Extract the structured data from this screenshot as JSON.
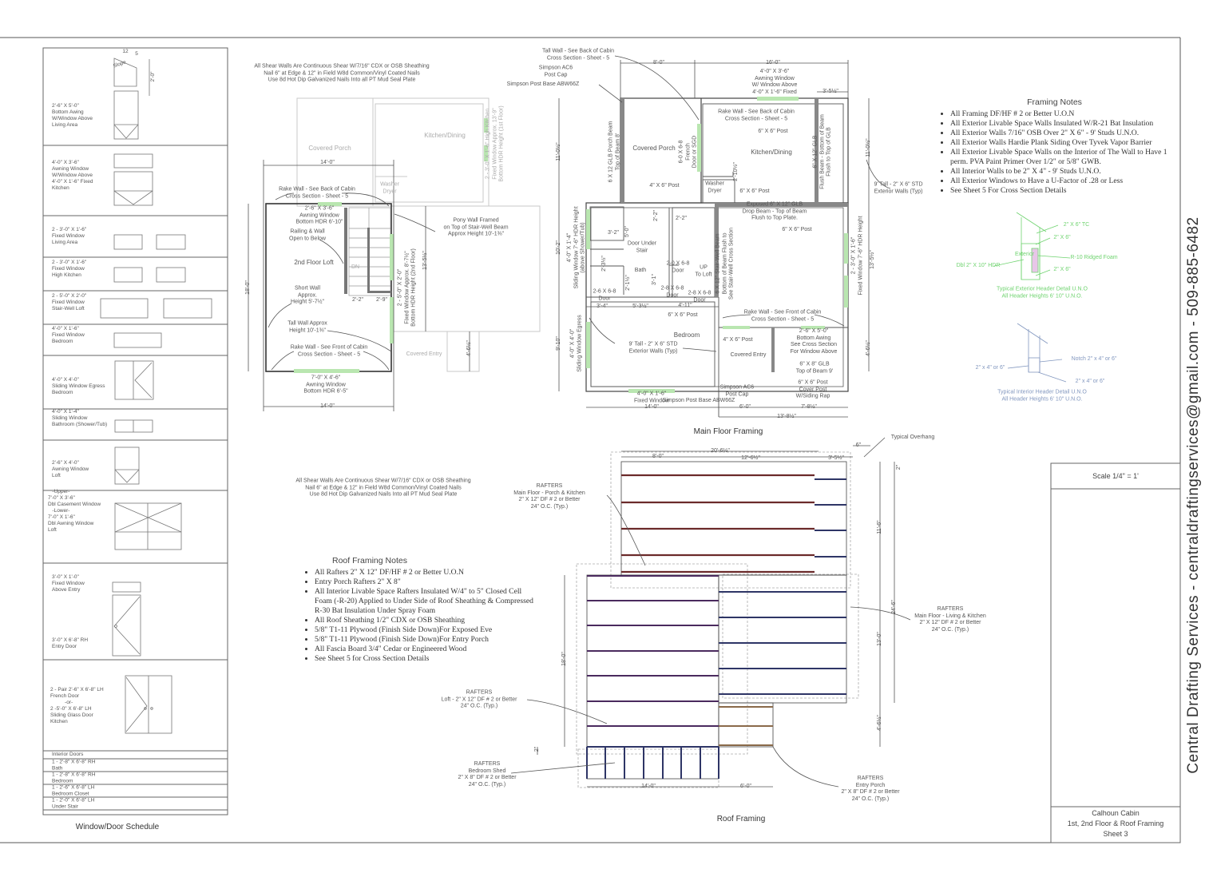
{
  "sheet": {
    "company_vertical": "Central Drafting Services - centraldraftingservices@gmail.com - 509-885-6482",
    "scale": "Scale 1/4\" = 1'",
    "project": "Calhoun Cabin",
    "sheet_desc": "1st, 2nd Floor & Roof Framing",
    "sheet_no": "Sheet 3"
  },
  "schedule": {
    "title": "Window/Door Schedule",
    "slope_rise": "12",
    "slope_run": "5",
    "slope_word": "Slope",
    "slope_height": "2'-0\"",
    "items": [
      "2'-6\" X 5'-0\"\nBottom Awing\nW/Window Above\nLiving Area",
      "4'-0\" X 3'-6\"\nAwning Window\nW/Window Above\n4'-0\" X 1'-6\" Fixed\nKitchen",
      "2 - 3'-0\" X 1'-6\"\nFixed Window\nLiving Area",
      "2 - 3'-0\" X 1'-6\"\nFixed Window\nHigh Kitchen",
      "2 - 5'-0\" X 2'-0\"\nFixed Window\nStair-Well Loft",
      "4'-0\" X 1'-6\"\nFixed Window\nBedroom",
      "4'-0\" X 4'-0\"\nSliding Window Egress\nBedroom",
      "4'-0\" X 1'-4\"\nSliding Window\nBathroom (Shower/Tub)",
      "2'-6\" X 4'-0\"\nAwning Window\nLoft",
      "   -Upper-\n7'-0\" X 3'-6\"\nDbl Casement Window\n   -Lower-\n7'-0\" X 1'-6\"\nDbl Awning Window\nLoft",
      "3'-0\" X 1'-0\"\nFixed Window\nAbove Entry",
      "3'-0\" X 6'-8\" RH\nEntry Door",
      "2 - Pair 2'-6\" X 6'-8\" LH\nFrench Door\n          -or-\n2 -5'-0\" X 6'-8\" LH\nSliding Glass Door\nKitchen"
    ],
    "interior_header": "Interior Doors",
    "interior_items": [
      "1 - 2'-8\" X 6'-8\" RH\nBath",
      "1 - 2'-8\" X 6'-8\" RH\nBedroom",
      "1 - 2'-6\" X 6'-8\" LH\nBedroom Closet",
      "1 - 2'-0\" X 6'-8\" LH\nUnder Stair"
    ]
  },
  "shear_note": "All Shear Walls Are Continuous Shear W/7/16\" CDX or OSB Sheathing\nNail 6\" at Edge & 12\" in Field W8d Common/Vinyl Coated Nails\nUse 8d Hot Dip Galvanized Nails Into all PT Mud Seal Plate",
  "loft_plan": {
    "labels": [
      "Covered Porch",
      "Kitchen/Dining",
      "Washer\nDryer",
      "2 - 3'-0\" X 1'-6\" High Kitchen\nFixed Window Approx. 13'-9\"\nBottom HDR Height (1st Floor)",
      "14'-0\"",
      "Rake Wall - See Back of Cabin\nCross Section - Sheet - 5",
      "2'-6\" X 3'-6\"\nAwning Window\nBottom HDR 6'-10\"",
      "Railing & Wall\nOpen to Below",
      "2nd Floor Loft",
      "DN",
      "Short Wall\nApprox.\nHeight 5'-7½\"",
      "2'-2\"",
      "2'-9\"",
      "Tall Wall Approx\nHeight 10'-1⅜\"",
      "Rake Wall - See Front of Cabin\nCross Section - Sheet - 5",
      "7'-0\" X 4'-6\"\nAwning Window\nBottom HDR 6'-5\"",
      "14'-0\"",
      "18'-0\"",
      "Pony Wall Framed\non Top of Stair-Well Beam\nApprox Height 10'-1⅜\"",
      "13'-5½\"",
      "2 - 5'-0\" X 2'-0\"\nFixed Window Approx. 8'-7½\"\nBottom HDR Height (2nd Floor)",
      "Covered Entry",
      "4'-6½\""
    ]
  },
  "main_floor": {
    "title": "Main Floor Framing",
    "labels": [
      "Tall Wall - See Back of Cabin\nCross Section - Sheet - 5",
      "Simpson AC6\nPost Cap",
      "Simpson Post Base ABW66Z",
      "8'-0\"",
      "16'-0\"",
      "4'-0\" X 3'-6\"\nAwning Window\nW/ Window Above\n4'-0\" X 1'-6\" Fixed",
      "3'-5½\"",
      "Rake Wall - See Back of Cabin\nCross Section - Sheet - 5",
      "6\" X 6\" Post",
      "Covered Porch",
      "6-0 X 6-8\nFrench\nDoor or SGD",
      "6 X 12 GLB Porch Beam\nTop of Beam 8'",
      "Kitchen/Dining",
      "6\" X 12\" GLB\nFlush Beam - Bottom of Beam\nFlush to Top of GLB",
      "11'-0½\"",
      "11'-0½\"",
      "9' Tall - 2\" X 6\" STD\nExterior Walls (Typ)",
      "4\" X 6\" Post",
      "Washer\nDryer",
      "6\" X 6\" Post",
      "2'-10½\"",
      "Exposed 6\" X 12\" GLB\nDrop Beam - Top of Beam\nFlush to Top Plate.",
      "6\" X 6\" Post",
      "4'-0\" X 1'-4\"\nSliding Window 7'-6\" HDR Height\n(above Shower/Tub)",
      "10'-2\"",
      "3'-2\"",
      "5'-0\"",
      "2'-2\"",
      "2'-2\"",
      "Door Under\nStair",
      "Bath",
      "2'-3½\"",
      "2'-1½\"",
      "3'-1\"",
      "2-0 X 6-8\nDoor",
      "UP\nTo Loft",
      "2-8 X 6-8\nDoor",
      "2-6 X 6-8\nDoor",
      "2-8 X 6-8\nDoor",
      "6 X 12\" Stair-Well Beam\nBottom of Beam Flush to\nSee Stair-Well Cross Section",
      "3'-4\"",
      "5'-3½\"",
      "4'-11\"",
      "6\" X 6\" Post",
      "Bedroom",
      "Rake Wall - See Front of Cabin\nCross Section - Sheet - 5",
      "2 - 3'-0\" X 1'-6\"\nFixed Window 7'-6\" HDR Height",
      "13'-5½\"",
      "4'-0\" X 4'-0\"\nSliding Window Egress",
      "9'-10\"",
      "9' Tall - 2\" X 6\" STD\nExterior Walls (Typ)",
      "4\" X 6\" Post",
      "2'-6\" X 5'-0\"\nBottom Awing\nSee Cross Section\nFor Window Above",
      "Covered Entry",
      "6\" X 8\" GLB\nTop of Beam 9'",
      "4'-6½\"",
      "Simpson AC6\nPost Cap",
      "6\" X 6\" Post\nCover Post\nW/Siding Rap",
      "4'-0\" X 1'-6\"\nFixed Window",
      "Simpson Post Base ABW66Z",
      "14'-0\"",
      "6'-0\"",
      "7'-8½\"",
      "13'-8½\""
    ]
  },
  "roof": {
    "title": "Roof Framing",
    "labels": [
      "Typical Overhang",
      "6\"",
      "20'-6½\"",
      "8'-0\"",
      "12'-6½\"",
      "3'-5½\"",
      "2\"",
      "RAFTERS\nMain Floor - Porch & Kitchen\n2\" X 12\" DF # 2 or Better\n24\" O.C. (Typ.)",
      "11'-6\"",
      "24'-6\"",
      "13'-0\"",
      "4'-6½\"",
      "18'-0\"",
      "2\"",
      "RAFTERS\nMain Floor - Living & Kitchen\n2\" X 12\" DF # 2 or Better\n24\" O.C. (Typ.)",
      "RAFTERS\nLoft - 2\" X 12\" DF # 2 or Better\n24\" O.C. (Typ.)",
      "RAFTERS\nBedroom Shed\n2\" X 8\" DF # 2 or Better\n24\" O.C. (Typ.)",
      "RAFTERS\nEntry Porch\n2\" X 8\" DF # 2 or Better\n24\" O.C. (Typ.)",
      "14'-0\"",
      "6'-0\""
    ]
  },
  "framing_notes": {
    "title": "Framing Notes",
    "items": [
      "All Framing DF/HF # 2 or Better U.O.N",
      "All Exterior Livable Space Walls Insulated W/R-21 Bat Insulation",
      "All Exterior Walls 7/16\" OSB Over 2\" X 6\" - 9' Studs U.N.O.",
      "All Exterior Walls Hardie Plank Siding Over Tyvek Vapor Barrier",
      "All Exterior Livable Space Walls on the Interior of The Wall to Have 1 perm. PVA Paint Primer Over 1/2\" or 5/8\" GWB.",
      "All Interior Walls to be 2\" X 4\" - 9' Studs U.N.O.",
      "All Exterior Windows to Have a U-Factor of .28 or Less",
      "See Sheet 5 For Cross Section Details"
    ]
  },
  "roof_notes": {
    "title": "Roof Framing Notes",
    "items": [
      "All Rafters 2\" X 12\"  DF/HF # 2 or Better U.O.N",
      "Entry Porch Rafters 2\" X 8\"",
      "All Interior Livable Space Rafters Insulated W/4\" to 5\" Closed Cell Foam (-R-20) Applied to Under Side of Roof Sheathing & Compressed R-30 Bat Insulation Under Spray Foam",
      "All Roof Sheathing 1/2\" CDX or OSB Sheathing",
      "5/8\" T1-11 Plywood (Finish Side Down)For Exposed Eve",
      "5/8\" T1-11 Plywood (Finish Side Down)For Entry Porch",
      "All Fascia Board 3/4\" Cedar or Engineered Wood",
      "See Sheet 5 for Cross Section Details"
    ]
  },
  "details": {
    "exterior": [
      "2\" X 6\" TC",
      "2\" X 6\"",
      "Exterior",
      "R-10 Ridged Foam",
      "Dbl 2\" X 10\" HDR",
      "2\" X 6\"",
      "Typical Exterior Header Detail U.N.O\nAll Header Heights 6' 10\" U.N.O."
    ],
    "interior": [
      "Notch 2\" x 4\" or 6\"",
      "2\" x 4\" or 6\"",
      "2\" x 4\" or 6\"",
      "Typical Interior Header Detail U.N.O\nAll Header Heights 6' 10\" U.N.O."
    ]
  },
  "colors": {
    "window_green": "#b9e6b0",
    "detail_green": "#6fd36f",
    "detail_blue": "#8297bf",
    "rafter_red": "#6b2a2a",
    "rafter_navy": "#2e3566",
    "rafter_purple": "#4a2a5e",
    "rafter_brown": "#8a6a4a"
  }
}
